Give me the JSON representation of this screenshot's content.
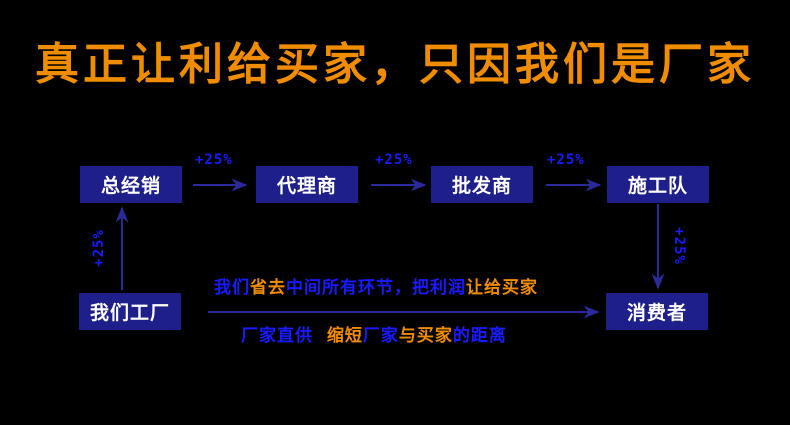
{
  "headline": "真正让利给买家，只因我们是厂家",
  "nodes": {
    "general_distributor": "总经销",
    "agent": "代理商",
    "wholesaler": "批发商",
    "construction_team": "施工队",
    "our_factory": "我们工厂",
    "consumer": "消费者"
  },
  "markups": {
    "factory_to_distributor": "+25%",
    "distributor_to_agent": "+25%",
    "agent_to_wholesaler": "+25%",
    "wholesaler_to_team": "+25%",
    "team_to_consumer": "+25%"
  },
  "direct_path": {
    "line1": [
      {
        "text": "我们",
        "color": "blue"
      },
      {
        "text": "省去",
        "color": "orange"
      },
      {
        "text": "中间所有环节，把利润",
        "color": "blue"
      },
      {
        "text": "让给买家",
        "color": "orange"
      }
    ],
    "line2": [
      {
        "text": "厂家直供",
        "color": "blue"
      },
      {
        "text": "  ",
        "color": "blue"
      },
      {
        "text": "缩短",
        "color": "orange"
      },
      {
        "text": "厂家",
        "color": "blue"
      },
      {
        "text": "与",
        "color": "orange"
      },
      {
        "text": "买家",
        "color": "orange"
      },
      {
        "text": "的距离",
        "color": "blue"
      }
    ]
  },
  "colors": {
    "background": "#000000",
    "headline": "#f08c00",
    "box": "#1f1f8c",
    "box_text": "#ffffff",
    "arrow": "#2a2a9a",
    "markup": "#1a1aff",
    "accent_blue": "#1a1aff",
    "accent_orange": "#f08c00"
  }
}
